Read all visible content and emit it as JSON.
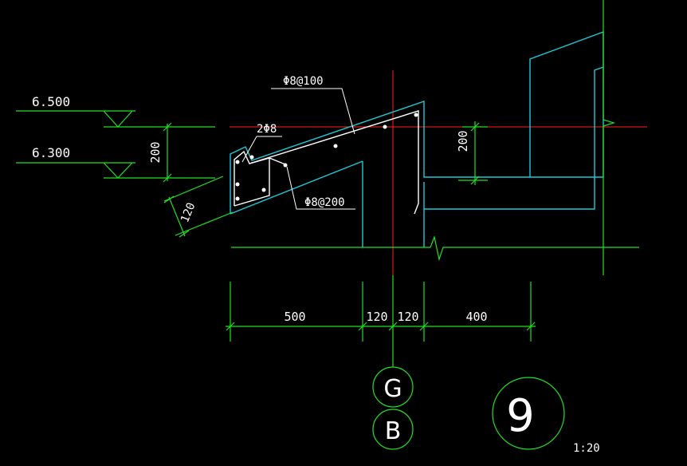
{
  "colors": {
    "background": "#000000",
    "cyan": "#1ec8d8",
    "green": "#22e022",
    "red": "#ff2020",
    "white": "#ffffff"
  },
  "levels": {
    "upper": "6.500",
    "lower": "6.300",
    "height_dim": "200"
  },
  "rebar": {
    "top_bar": "Φ8@100",
    "corner_bars": "2Φ8",
    "dist_bar": "Φ8@200",
    "slab_thickness": "120"
  },
  "right_height_dim": "200",
  "bottom_dims": [
    "500",
    "120",
    "120",
    "400"
  ],
  "grid_axes": [
    "G",
    "B"
  ],
  "detail": {
    "number": "9",
    "scale": "1:20"
  }
}
